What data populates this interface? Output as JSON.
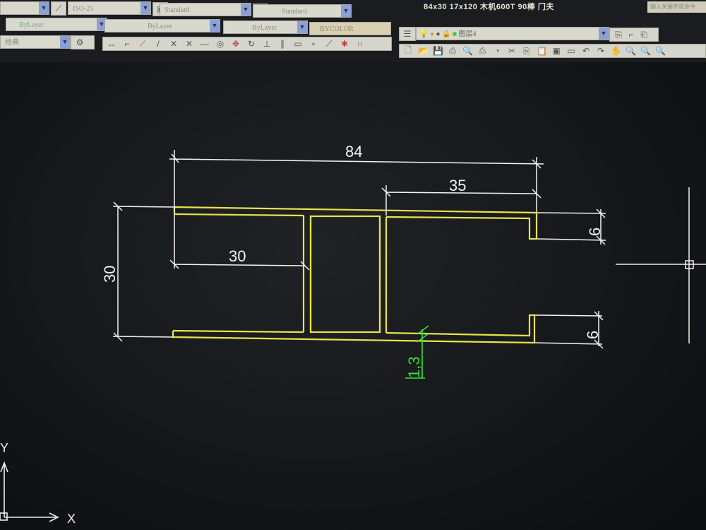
{
  "toolbar": {
    "row1": {
      "dimstyle": "ISO-25",
      "textstyle": "Standard",
      "tablestyle": "Standard"
    },
    "row2": {
      "color": "ByLayer",
      "linetype": "ByLayer",
      "lineweight": "ByLayer",
      "plotstyle": "BYCOLOR"
    },
    "row3": {
      "workspace": "经典"
    },
    "layer": {
      "current": "图层4"
    },
    "status_text": "84x30   17x120   木机600T  90棒   门夫",
    "command_placeholder": "键入关键字或命令"
  },
  "drawing": {
    "dimensions": {
      "overall_width": "84",
      "right_cell_width": "35",
      "left_cell_width": "30",
      "overall_height": "30",
      "top_lip": "6",
      "bottom_lip": "6",
      "wall_thickness": "1,3"
    },
    "ucs": {
      "x_label": "X",
      "y_label": "Y"
    },
    "colors": {
      "profile": "#e8e24a",
      "dimension": "#f2f2f2",
      "thickness_dim": "#37e03a",
      "background": "#121416"
    }
  }
}
